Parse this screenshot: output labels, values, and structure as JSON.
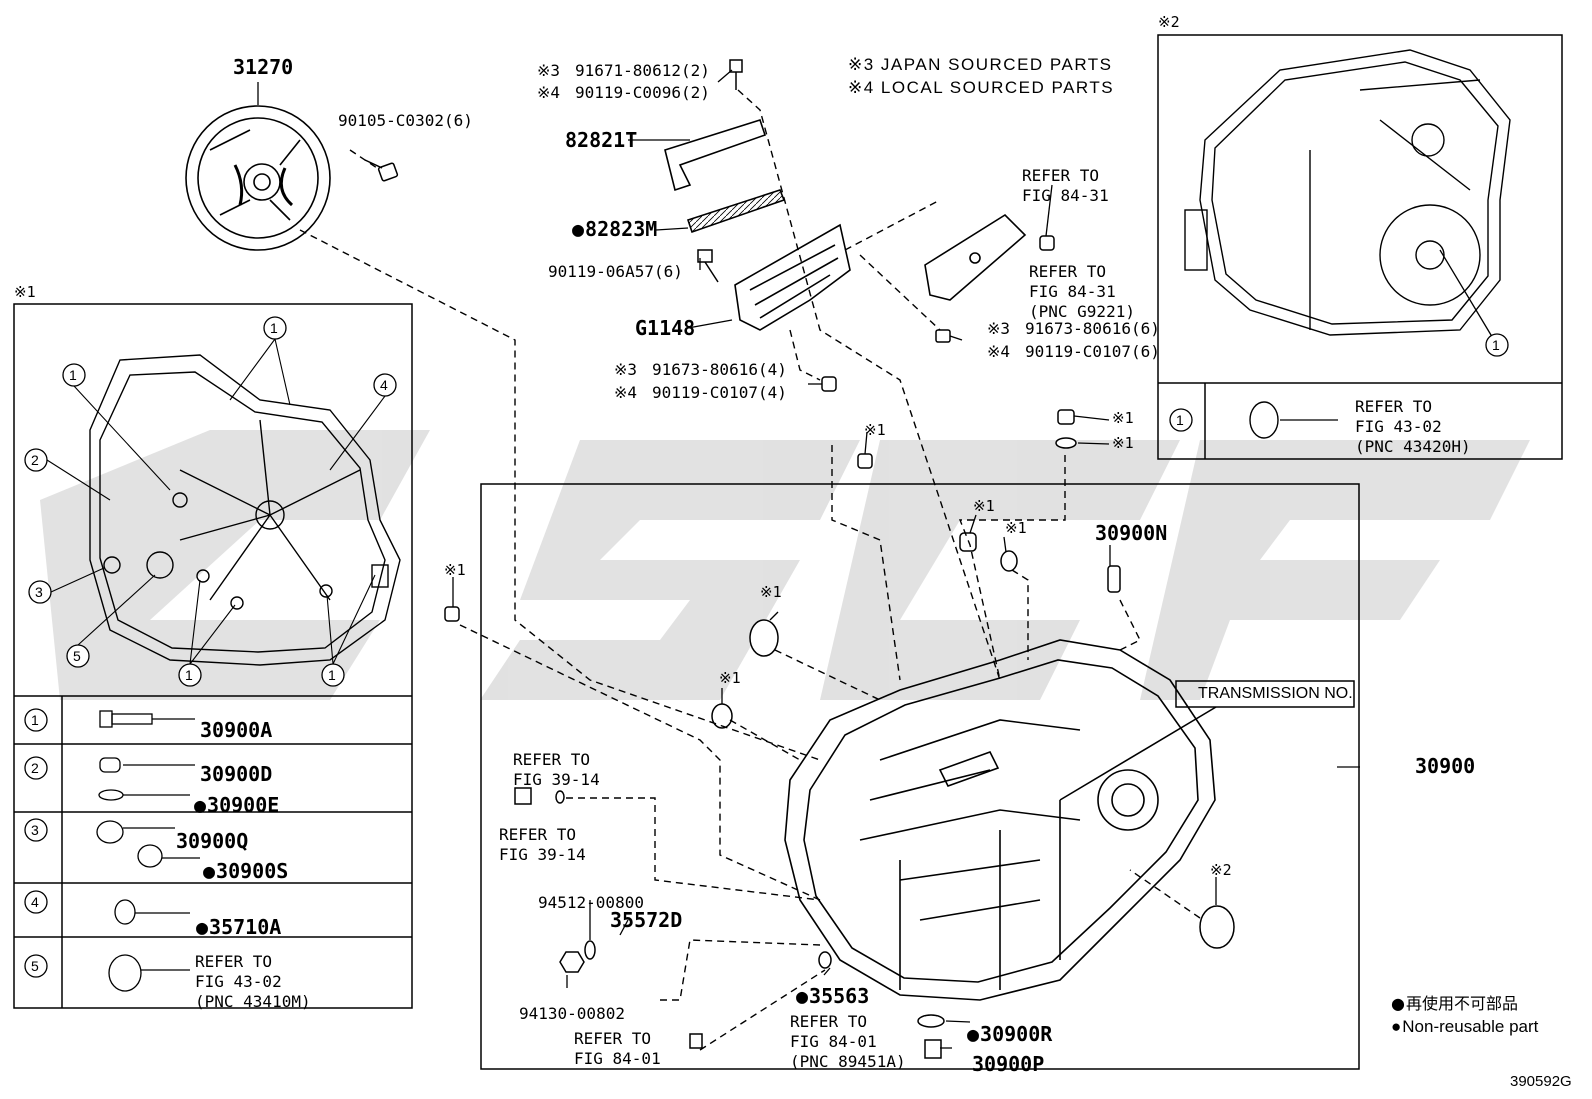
{
  "notes": {
    "japan": "※3 JAPAN SOURCED PARTS",
    "local": "※4 LOCAL SOURCED PARTS"
  },
  "markers": {
    "m1": "※1",
    "m2": "※2",
    "m3": "※3",
    "m4": "※4"
  },
  "parts": {
    "p31270": "31270",
    "p90105": "90105-C0302(6)",
    "p91671": "91671-80612(2)",
    "p90119_96": "90119-C0096(2)",
    "p82821T": "82821T",
    "p82823M": "82823M",
    "p90119_06": "90119-06A57(6)",
    "pG1148": "G1148",
    "p91673_4": "91673-80616(4)",
    "p90119_107_4": "90119-C0107(4)",
    "p91673_6": "91673-80616(6)",
    "p90119_107_6": "90119-C0107(6)",
    "p30900N": "30900N",
    "p30900": "30900",
    "p94512": "94512-00800",
    "p35572D": "35572D",
    "p94130": "94130-00802",
    "p35563": "35563",
    "p30900R": "30900R",
    "p30900P": "30900P",
    "transmission": "TRANSMISSION NO."
  },
  "refs": {
    "r84_31_a": [
      "REFER TO",
      "FIG 84-31"
    ],
    "r84_31_b": [
      "REFER TO",
      "FIG 84-31",
      "(PNC G9221)"
    ],
    "r43_02_h": [
      "REFER TO",
      "FIG 43-02",
      "(PNC 43420H)"
    ],
    "r39_14_a": [
      "REFER TO",
      "FIG 39-14"
    ],
    "r39_14_b": [
      "REFER TO",
      "FIG 39-14"
    ],
    "r84_01_a": [
      "REFER TO",
      "FIG 84-01"
    ],
    "r84_01_b": [
      "REFER TO",
      "FIG 84-01",
      "(PNC 89451A)"
    ]
  },
  "table1": {
    "rows": [
      {
        "num": "1",
        "parts": [
          "30900A"
        ]
      },
      {
        "num": "2",
        "parts": [
          "30900D",
          "30900E"
        ]
      },
      {
        "num": "3",
        "parts": [
          "30900Q",
          "30900S"
        ]
      },
      {
        "num": "4",
        "parts": [
          "35710A"
        ]
      },
      {
        "num": "5",
        "ref": [
          "REFER TO",
          "FIG 43-02",
          "(PNC 43410M)"
        ]
      }
    ]
  },
  "callouts": {
    "c1": "1",
    "c2": "2",
    "c3": "3",
    "c4": "4",
    "c5": "5"
  },
  "legend": {
    "jp": "再使用不可部品",
    "en": "Non-reusable part"
  },
  "figure_id": "390592G"
}
